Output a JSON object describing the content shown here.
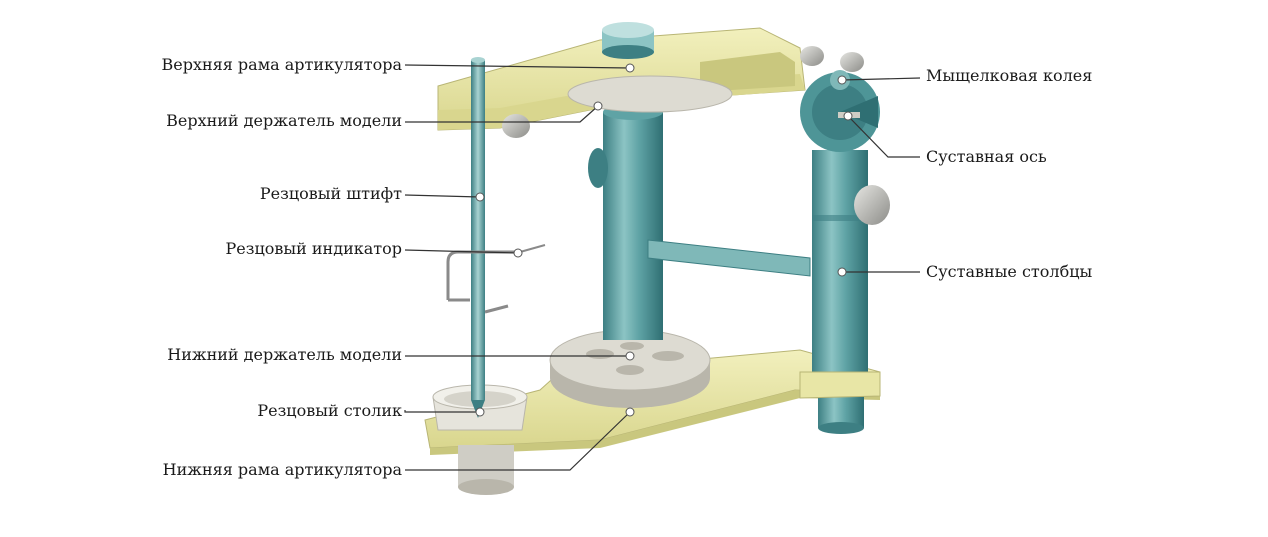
{
  "labels_left": [
    "Верхняя рама артикулятора",
    "Верхний держатель модели",
    "Резцовый штифт",
    "Резцовый индикатор",
    "Нижний держатель модели",
    "Резцовый столик",
    "Нижняя рама артикулятора"
  ],
  "labels_right": [
    "Мыщелковая колея",
    "Суставная ось",
    "Суставные столбцы"
  ],
  "colors": {
    "frame": "#e8e6a6",
    "frame_shade": "#c9c77e",
    "post": "#5fa3a5",
    "post_dark": "#3d7f83",
    "post_light": "#a9d3d2",
    "disc": "#dddbd2",
    "disc_dark": "#b9b6ab",
    "line": "#333333"
  }
}
